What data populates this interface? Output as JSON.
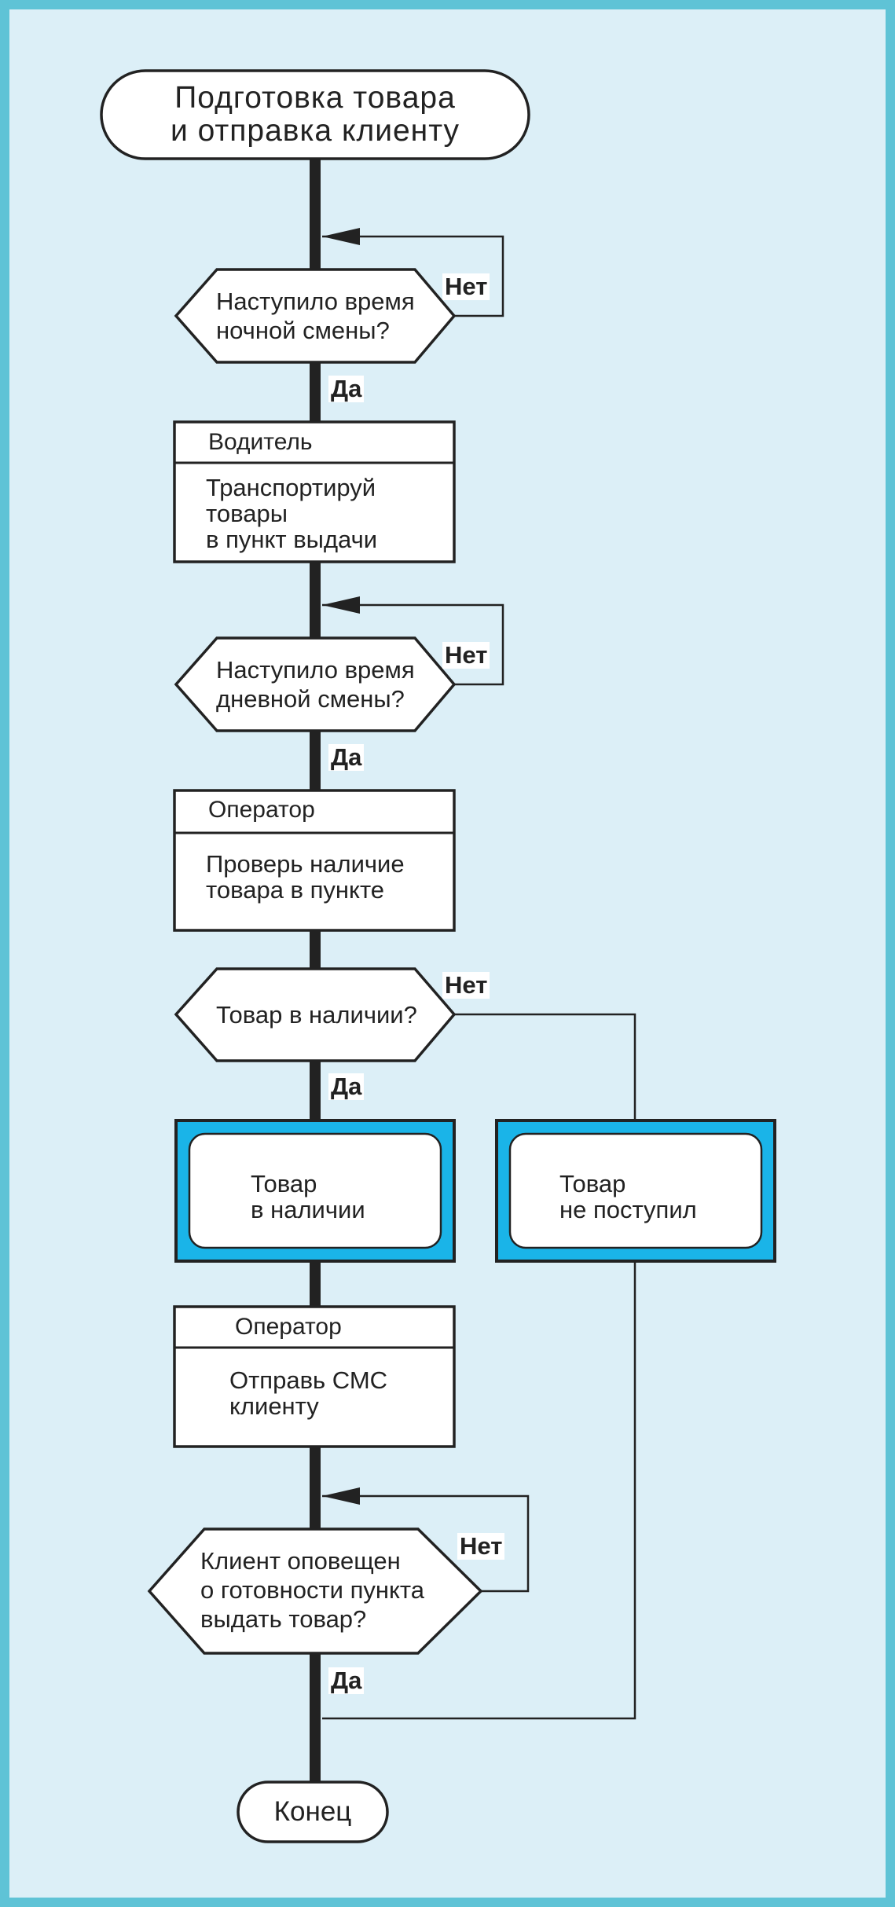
{
  "start": {
    "title": "Подготовка товара\nи отправка клиенту"
  },
  "decisions": {
    "night_shift": {
      "question": "Наступило время\nночной смены?",
      "no": "Нет",
      "yes": "Да"
    },
    "day_shift": {
      "question": "Наступило время\nдневной смены?",
      "no": "Нет",
      "yes": "Да"
    },
    "in_stock": {
      "question": "Товар в наличии?",
      "no": "Нет",
      "yes": "Да"
    },
    "client_notified": {
      "question": "Клиент оповещен\nо готовности пункта\nвыдать товар?",
      "no": "Нет",
      "yes": "Да"
    }
  },
  "processes": {
    "driver": {
      "role": "Водитель",
      "action": "Транспортируй\nтовары\nв пункт выдачи"
    },
    "operator_check": {
      "role": "Оператор",
      "action": "Проверь наличие\nтовара в пункте"
    },
    "operator_sms": {
      "role": "Оператор",
      "action": "Отправь СМС\nклиенту"
    }
  },
  "outcomes": {
    "in_stock": {
      "text": "Товар\nв наличии"
    },
    "not_arrived": {
      "text": "Товар\nне поступил"
    }
  },
  "end": {
    "label": "Конец"
  },
  "colors": {
    "background": "#dceff7",
    "frame": "#5fc3d6",
    "outcome_fill": "#1ab4e8",
    "line": "#222222",
    "box_fill": "#ffffff"
  }
}
